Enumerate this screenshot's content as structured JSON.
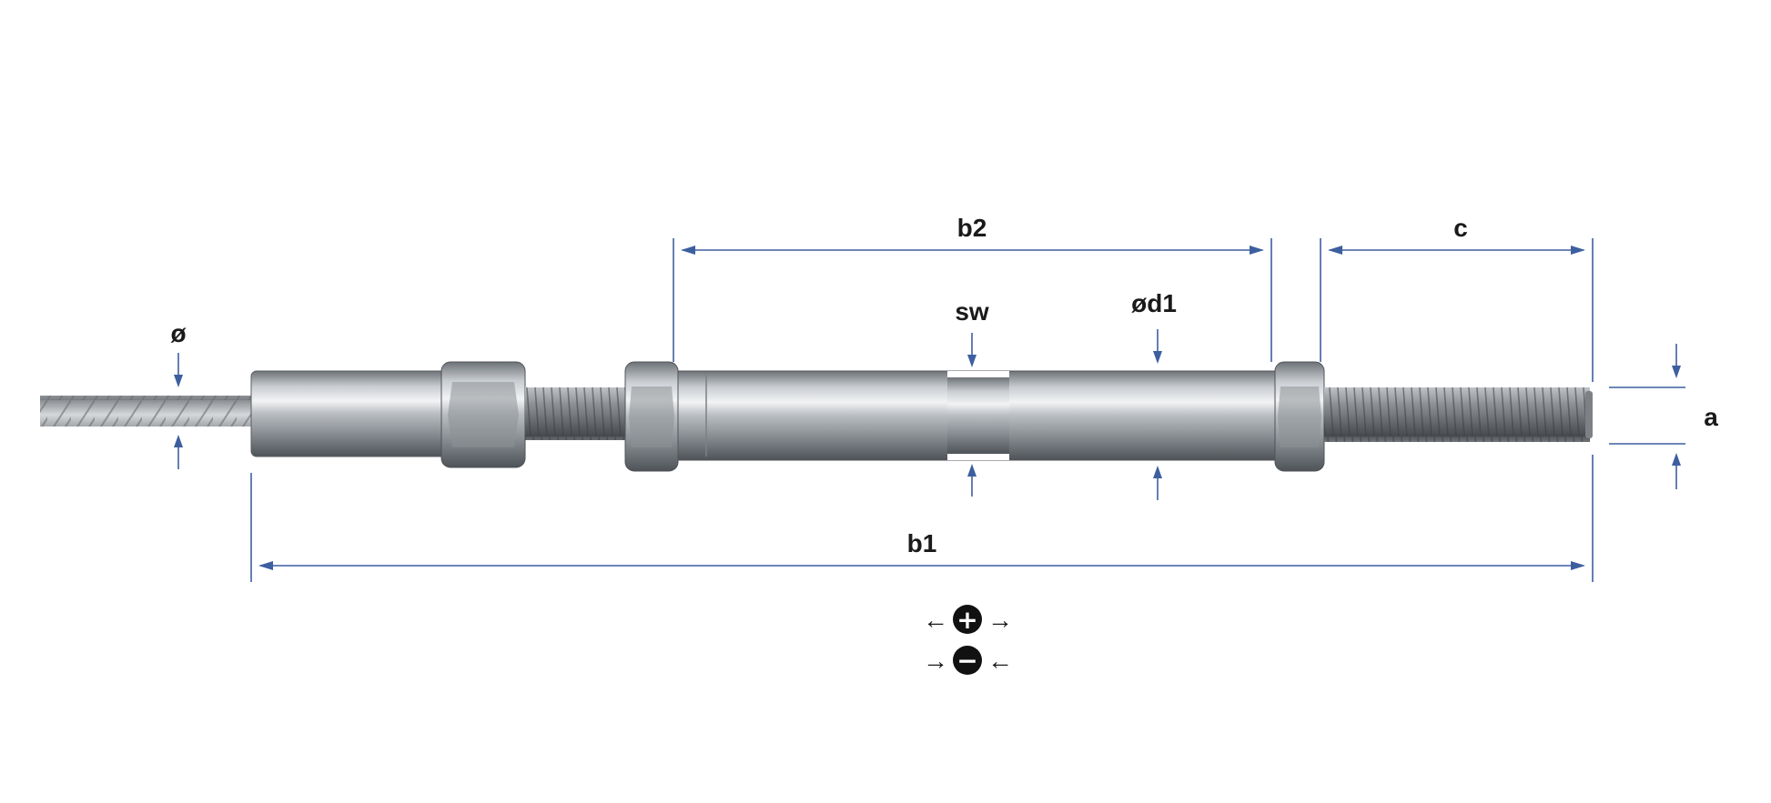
{
  "labels": {
    "cable_diameter": "ø",
    "b2": "b2",
    "c": "c",
    "sw": "sw",
    "d1": "ød1",
    "a": "a",
    "b1": "b1"
  },
  "adjust_legend": {
    "tighten_symbol": "+",
    "loosen_symbol": "−",
    "arrow_out_left": "←",
    "arrow_out_right": "→",
    "arrow_in_left": "→",
    "arrow_in_right": "←"
  },
  "colors": {
    "dimension_line": "#3d5fa0",
    "text": "#1a1a1a",
    "steel": "#b8bcc0"
  }
}
